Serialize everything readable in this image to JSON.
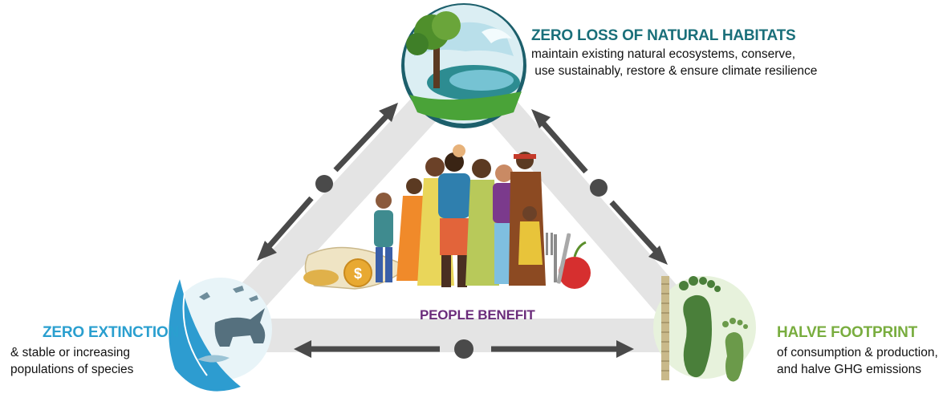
{
  "habitats": {
    "title": "ZERO LOSS OF NATURAL HABITATS",
    "desc_lines": [
      "maintain existing natural ecosystems, conserve,",
      " use sustainably, restore & ensure climate resilience"
    ]
  },
  "extinction": {
    "title": "ZERO EXTINCTION",
    "desc_lines": [
      "& stable or increasing",
      "populations of species"
    ]
  },
  "footprint": {
    "title": "HALVE FOOTPRINT",
    "desc_lines": [
      "of consumption & production,",
      "and halve GHG emissions"
    ]
  },
  "people": {
    "title": "PEOPLE BENEFIT"
  },
  "colors": {
    "triangle_band": "#e4e4e4",
    "arrow": "#4a4a4a",
    "habitats_title": "#1a6f7a",
    "extinction_title": "#2a9fcf",
    "footprint_title": "#79ad3f",
    "people_title": "#6b2c7b"
  },
  "icons": {
    "habitats": "nature-globe-icon",
    "extinction": "species-leaf-icon",
    "footprint": "footprint-icon",
    "people": "people-group-icon",
    "money": "money-icon",
    "food": "food-icon"
  }
}
